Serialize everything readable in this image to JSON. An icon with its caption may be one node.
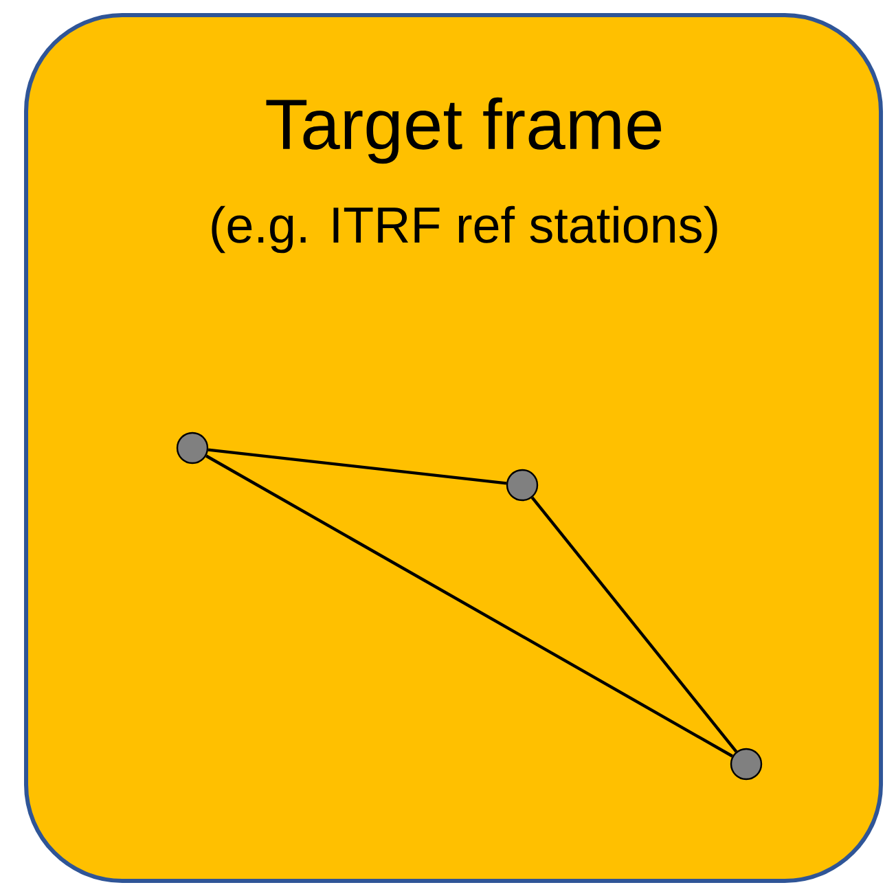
{
  "diagram": {
    "nodes": [
      {
        "text": [
          "Target frame",
          "(e.g. ITRF ref stations)"
        ]
      },
      {
        "text": [],
        "shape": "circle",
        "in": 0
      },
      {
        "text": [],
        "shape": "circle",
        "in": 0
      },
      {
        "text": [],
        "shape": "circle",
        "in": 0
      }
    ],
    "edges": [
      {
        "from": 1,
        "to": 2,
        "arrow": "none"
      },
      {
        "from": 2,
        "to": 3,
        "arrow": "none"
      },
      {
        "from": 1,
        "to": 3,
        "arrow": "none"
      }
    ]
  }
}
